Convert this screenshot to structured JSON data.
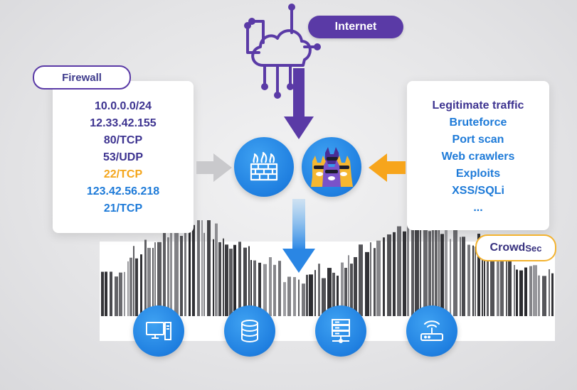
{
  "internet": {
    "label": "Internet"
  },
  "firewall": {
    "title": "Firewall",
    "rules": [
      {
        "text": "10.0.0.0/24",
        "color": "#3d3390"
      },
      {
        "text": "12.33.42.155",
        "color": "#3d3390"
      },
      {
        "text": "80/TCP",
        "color": "#3d3390"
      },
      {
        "text": "53/UDP",
        "color": "#3d3390"
      },
      {
        "text": "22/TCP",
        "color": "#f4a61c"
      },
      {
        "text": "123.42.56.218",
        "color": "#1d7ad8"
      },
      {
        "text": "21/TCP",
        "color": "#1d7ad8"
      }
    ]
  },
  "threats": {
    "items": [
      {
        "text": "Legitimate traffic",
        "color": "#3d3390"
      },
      {
        "text": "Bruteforce",
        "color": "#1d7ad8"
      },
      {
        "text": "Port scan",
        "color": "#1d7ad8"
      },
      {
        "text": "Web crawlers",
        "color": "#1d7ad8"
      },
      {
        "text": "Exploits",
        "color": "#1d7ad8"
      },
      {
        "text": "XSS/SQLi",
        "color": "#1d7ad8"
      },
      {
        "text": "...",
        "color": "#1d7ad8"
      }
    ]
  },
  "brand": {
    "name_bold": "Crowd",
    "name_rest": "Sec"
  },
  "colors": {
    "purple": "#5a3aa6",
    "blue": "#1f7fe0",
    "orange": "#f7a51c",
    "gray_arrow": "#c9c9cc"
  },
  "icons": {
    "firewall": "brick-wall-fire-icon",
    "crowdsec": "llama-mascot-icon",
    "devices": [
      "desktop-computer-icon",
      "database-icon",
      "server-network-icon",
      "wifi-router-icon"
    ]
  }
}
